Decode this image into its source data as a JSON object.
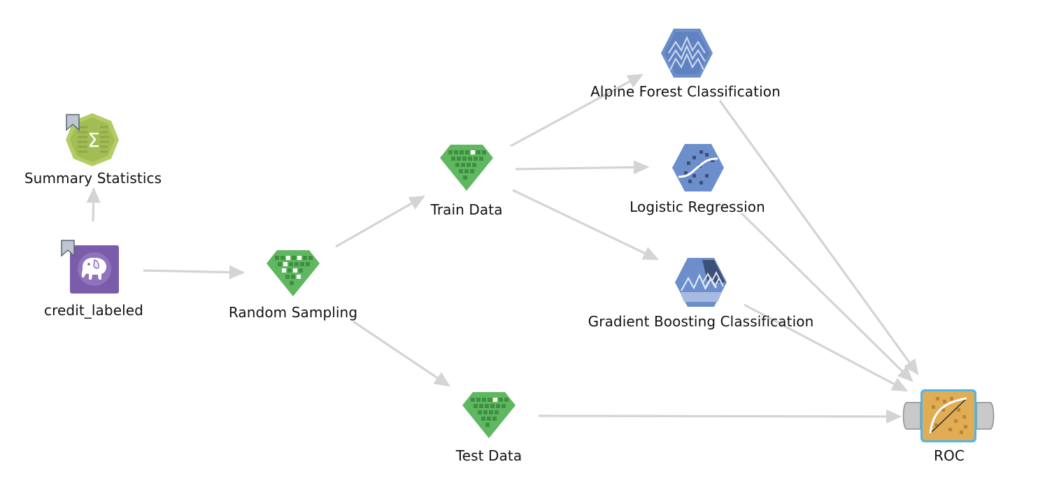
{
  "workflow": {
    "nodes": [
      {
        "id": "summary",
        "label": "Summary Statistics",
        "icon": "summary-statistics-sigma-icon",
        "color": "#a9c45a",
        "bookmarked": true
      },
      {
        "id": "credit",
        "label": "credit_labeled",
        "icon": "hadoop-elephant-icon",
        "color": "#7d5fb0",
        "bookmarked": true
      },
      {
        "id": "random",
        "label": "Random Sampling",
        "icon": "sampling-diamond-icon",
        "color": "#62b863",
        "bookmarked": false
      },
      {
        "id": "train",
        "label": "Train Data",
        "icon": "sampling-diamond-icon",
        "color": "#62b863",
        "bookmarked": false
      },
      {
        "id": "test",
        "label": "Test Data",
        "icon": "sampling-diamond-icon",
        "color": "#62b863",
        "bookmarked": false
      },
      {
        "id": "alpine",
        "label": "Alpine Forest Classification",
        "icon": "forest-mountains-icon",
        "color": "#6a8cc6",
        "bookmarked": false
      },
      {
        "id": "logistic",
        "label": "Logistic Regression",
        "icon": "logistic-curve-icon",
        "color": "#6a8cc6",
        "bookmarked": false
      },
      {
        "id": "gradient",
        "label": "Gradient Boosting Classification",
        "icon": "gradient-boosting-icon",
        "color": "#6a8cc6",
        "bookmarked": false
      },
      {
        "id": "roc",
        "label": "ROC",
        "icon": "roc-curve-icon",
        "color": "#e2ad55",
        "bookmarked": false,
        "selected": true
      }
    ],
    "edges": [
      {
        "from": "credit",
        "to": "summary"
      },
      {
        "from": "credit",
        "to": "random"
      },
      {
        "from": "random",
        "to": "train"
      },
      {
        "from": "random",
        "to": "test"
      },
      {
        "from": "train",
        "to": "alpine"
      },
      {
        "from": "train",
        "to": "logistic"
      },
      {
        "from": "train",
        "to": "gradient"
      },
      {
        "from": "alpine",
        "to": "roc"
      },
      {
        "from": "logistic",
        "to": "roc"
      },
      {
        "from": "gradient",
        "to": "roc"
      },
      {
        "from": "test",
        "to": "roc"
      }
    ]
  }
}
